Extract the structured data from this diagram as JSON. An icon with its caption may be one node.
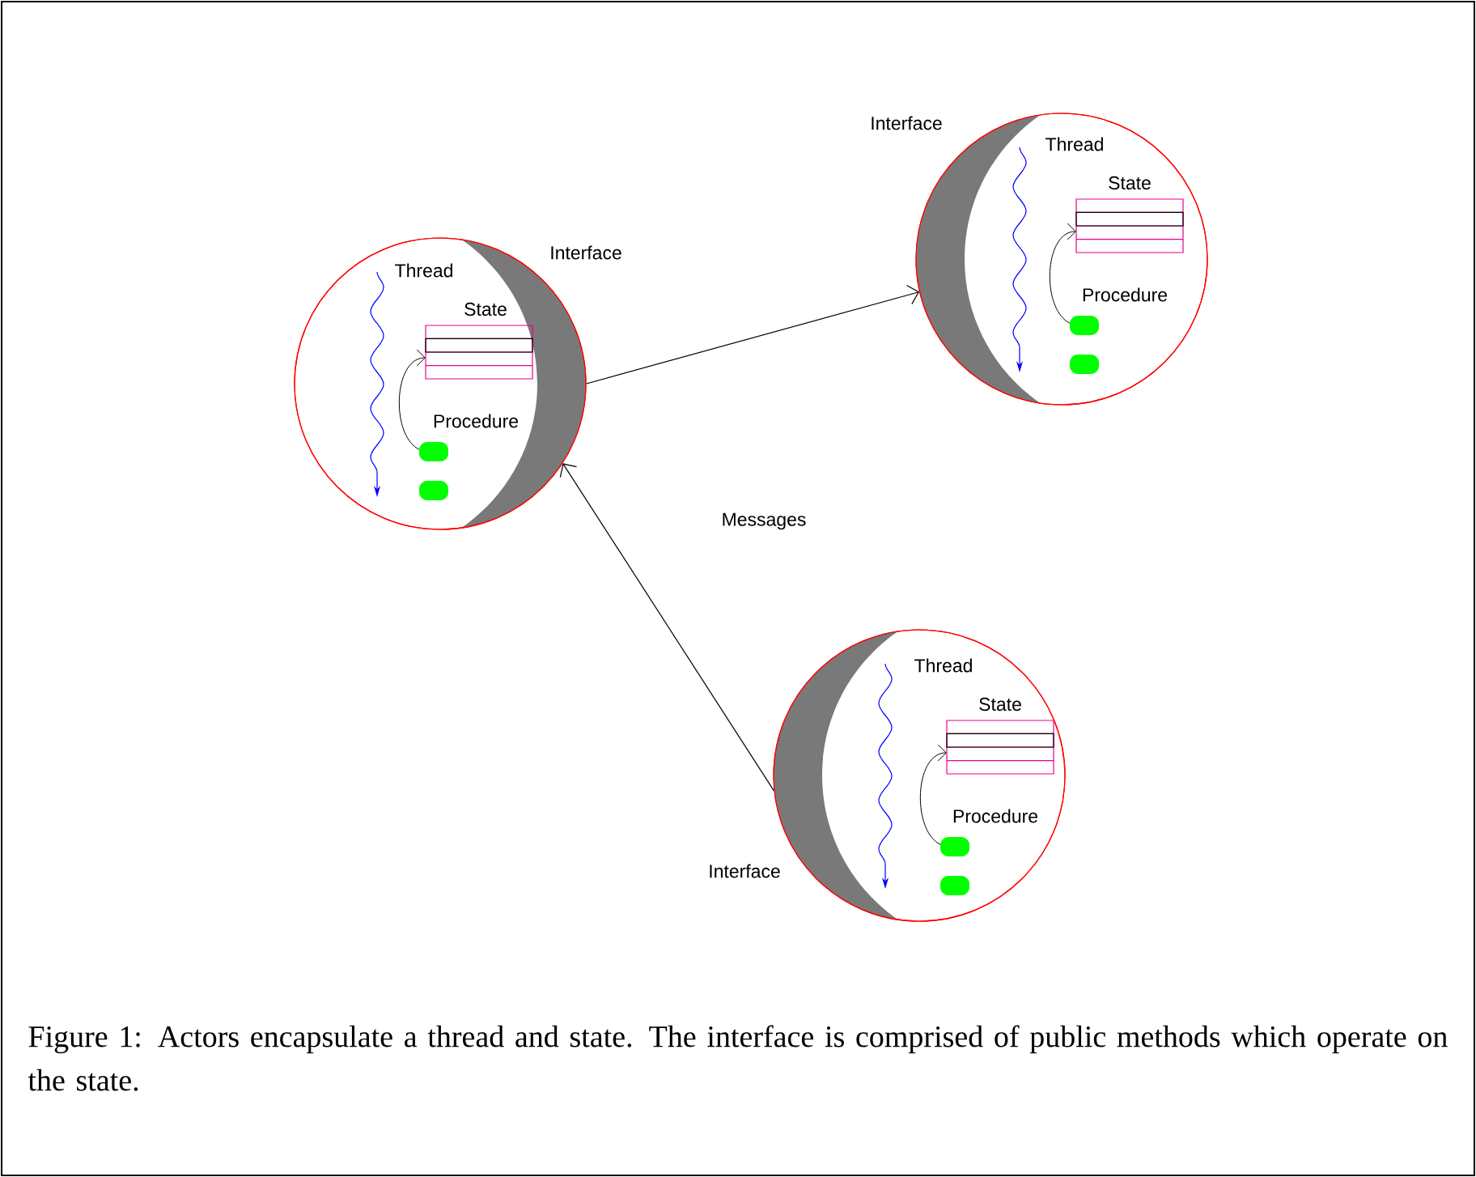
{
  "diagram": {
    "caption": "Figure 1: Actors encapsulate a thread and state. The interface is comprised of public methods which operate on the state.",
    "nodes": [
      {
        "text": [
          "Thread",
          "State",
          "Procedure",
          "Interface"
        ]
      },
      {
        "text": [
          "Thread",
          "State",
          "Procedure",
          "Interface"
        ]
      },
      {
        "text": [
          "Thread",
          "State",
          "Procedure",
          "Interface"
        ]
      }
    ],
    "edges": [
      {
        "from": 0,
        "to": 1,
        "arrow": "to"
      },
      {
        "from": 2,
        "to": 0,
        "arrow": "to"
      }
    ],
    "labels": [
      "Messages"
    ]
  }
}
